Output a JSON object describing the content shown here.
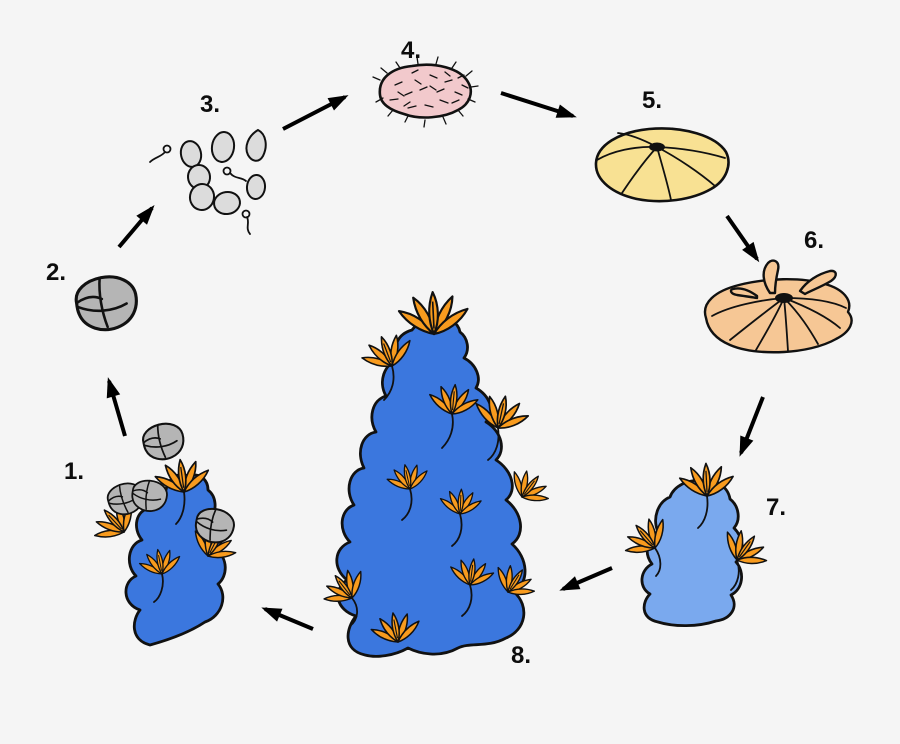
{
  "figure": {
    "kind": "life-cycle-diagram",
    "subject": "coral-life-cycle"
  },
  "colors": {
    "bg": "#f5f5f5",
    "outline": "#111111",
    "arrow": "#000000",
    "label": "#0d0d0d",
    "coral_blue": "#3B77DE",
    "juvenile_blue": "#7AA9EE",
    "polyp_orange": "#F89B1E",
    "bundle_gray": "#B5B5B5",
    "egg_gray": "#DCDCDC",
    "larva_pink": "#F2C9CC",
    "dome_yellow": "#F8E193",
    "disc_peach": "#F6C795"
  },
  "stages": [
    {
      "label": "1.",
      "name": "adult-colony-releasing-gamete-bundles"
    },
    {
      "label": "2.",
      "name": "gamete-bundle"
    },
    {
      "label": "3.",
      "name": "eggs-and-sperm"
    },
    {
      "label": "4.",
      "name": "planula-larva"
    },
    {
      "label": "5.",
      "name": "settling-larva-dome"
    },
    {
      "label": "6.",
      "name": "metamorphosing-polyp"
    },
    {
      "label": "7.",
      "name": "juvenile-colony"
    },
    {
      "label": "8.",
      "name": "mature-colony"
    }
  ],
  "arrows": [
    {
      "from": "1",
      "to": "2"
    },
    {
      "from": "2",
      "to": "3"
    },
    {
      "from": "3",
      "to": "4"
    },
    {
      "from": "4",
      "to": "5"
    },
    {
      "from": "5",
      "to": "6"
    },
    {
      "from": "6",
      "to": "7"
    },
    {
      "from": "7",
      "to": "8"
    },
    {
      "from": "8",
      "to": "1"
    }
  ]
}
